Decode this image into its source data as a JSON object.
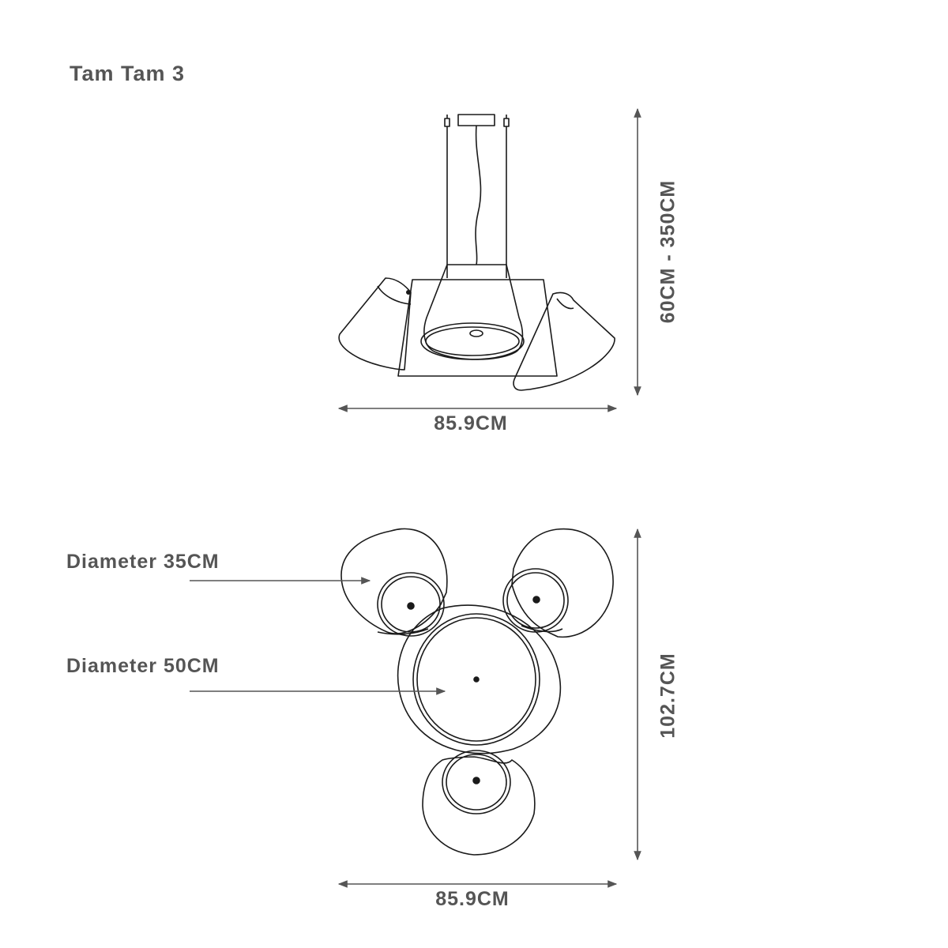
{
  "title": "Tam Tam 3",
  "side_view": {
    "width_label": "85.9CM",
    "height_label": "60CM - 350CM"
  },
  "top_view": {
    "width_label": "85.9CM",
    "height_label": "102.7CM",
    "callout_small": "Diameter 35CM",
    "callout_large": "Diameter 50CM"
  },
  "colors": {
    "line": "#1a1a1a",
    "dimension": "#555555",
    "background": "#ffffff"
  }
}
